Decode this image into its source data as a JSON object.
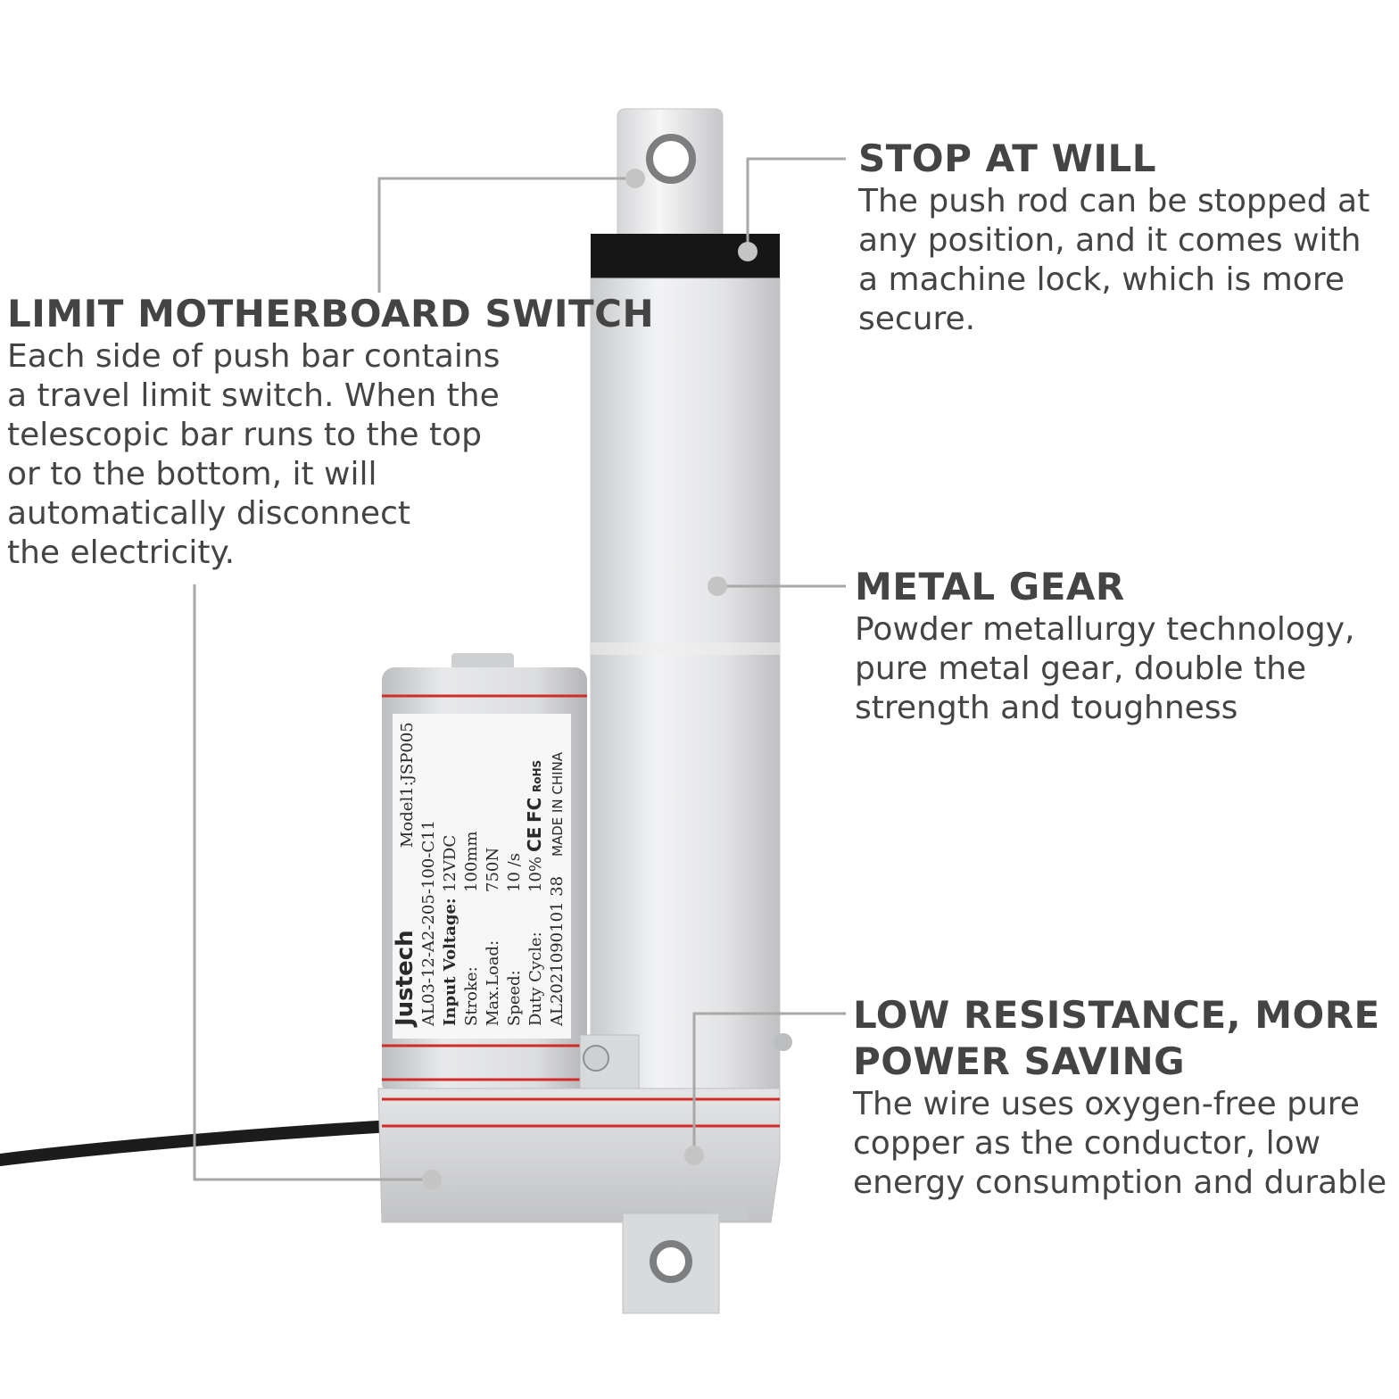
{
  "callouts": {
    "limit": {
      "title": "LIMIT MOTHERBOARD SWITCH",
      "body": "Each side of push bar contains\na travel limit switch. When the\ntelescopic bar runs to the top\nor to the bottom, it will\nautomatically disconnect\nthe electricity."
    },
    "stop": {
      "title": "STOP AT WILL",
      "body": "The push rod can be stopped at\nany position, and it comes with\na machine lock, which is more\nsecure."
    },
    "gear": {
      "title": "METAL GEAR",
      "body": "Powder metallurgy technology,\npure metal gear, double the\nstrength and toughness"
    },
    "low": {
      "title": "LOW RESISTANCE, MORE\nPOWER SAVING",
      "body": "The wire uses oxygen-free pure\ncopper as the conductor, low\nenergy consumption and durable"
    }
  },
  "motor_label": {
    "brand": "Justech",
    "model": "Model1:JSP005",
    "part_no": "AL03-12-A2-205-100-C11",
    "voltage_label": "Input  Voltage:",
    "voltage_value": "12VDC",
    "stroke_label": "Stroke:",
    "stroke_value": "100mm",
    "load_label": "Max.Load:",
    "load_value": "750N",
    "speed_label": "Speed:",
    "speed_value": "10  /s",
    "duty_label": "Duty Cycle:",
    "duty_value": "10%",
    "serial": "AL2021090101 38",
    "origin": "MADE IN CHINA",
    "cert_ce": "CE",
    "cert_fc": "FC",
    "cert_rohs": "RoHS"
  },
  "colors": {
    "leader_line": "#a8a8a8",
    "dot": "#c4c4c4",
    "body_metal": "#e6e7e9",
    "red_ring": "#d22b2b",
    "cap_black": "#1a1a1a"
  }
}
